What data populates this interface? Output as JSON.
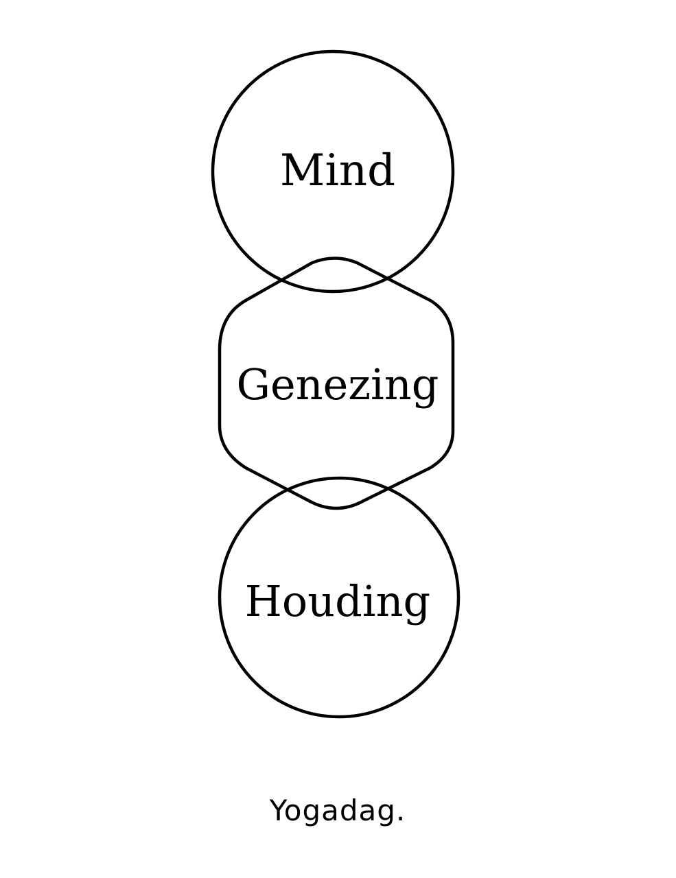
{
  "diagram": {
    "top_label": "Mind",
    "middle_label": "Genezing",
    "bottom_label": "Houding"
  },
  "footer": {
    "brand": "Yogadag."
  },
  "colors": {
    "stroke": "#000000",
    "text": "#000000",
    "background": "#ffffff"
  }
}
